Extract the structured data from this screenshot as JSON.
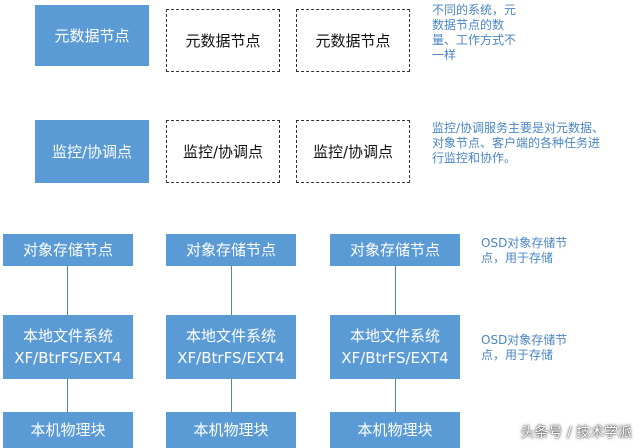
{
  "metadata": {
    "solid_label": "元数据节点",
    "dashed_label_1": "元数据节点",
    "dashed_label_2": "元数据节点",
    "note_line_1": "不同的系统，元",
    "note_line_2": "数据节点的数",
    "note_line_3": "量、工作方式不",
    "note_line_4": "一样"
  },
  "monitor": {
    "solid_label": "监控/协调点",
    "dashed_label_1": "监控/协调点",
    "dashed_label_2": "监控/协调点",
    "note_line_1": "监控/协调服务主要是对元数据、",
    "note_line_2": "对象节点、客户端的各种任务进",
    "note_line_3": "行监控和协作。"
  },
  "storage": {
    "columns": [
      {
        "object_node": "对象存储节点",
        "fs_line_1": "本地文件系统",
        "fs_line_2": "XF/BtrFS/EXT4",
        "physical": "本机物理块"
      },
      {
        "object_node": "对象存储节点",
        "fs_line_1": "本地文件系统",
        "fs_line_2": "XF/BtrFS/EXT4",
        "physical": "本机物理块"
      },
      {
        "object_node": "对象存储节点",
        "fs_line_1": "本地文件系统",
        "fs_line_2": "XF/BtrFS/EXT4",
        "physical": "本机物理块"
      }
    ],
    "note_a_line_1": "OSD对象存储节",
    "note_a_line_2": "点，用于存储",
    "note_b_line_1": "OSD对象存储节",
    "note_b_line_2": "点，用于存储"
  },
  "watermark": "头条号 / 技术学派",
  "colors": {
    "accent": "#5b9bd5",
    "note": "#4a86c5"
  }
}
